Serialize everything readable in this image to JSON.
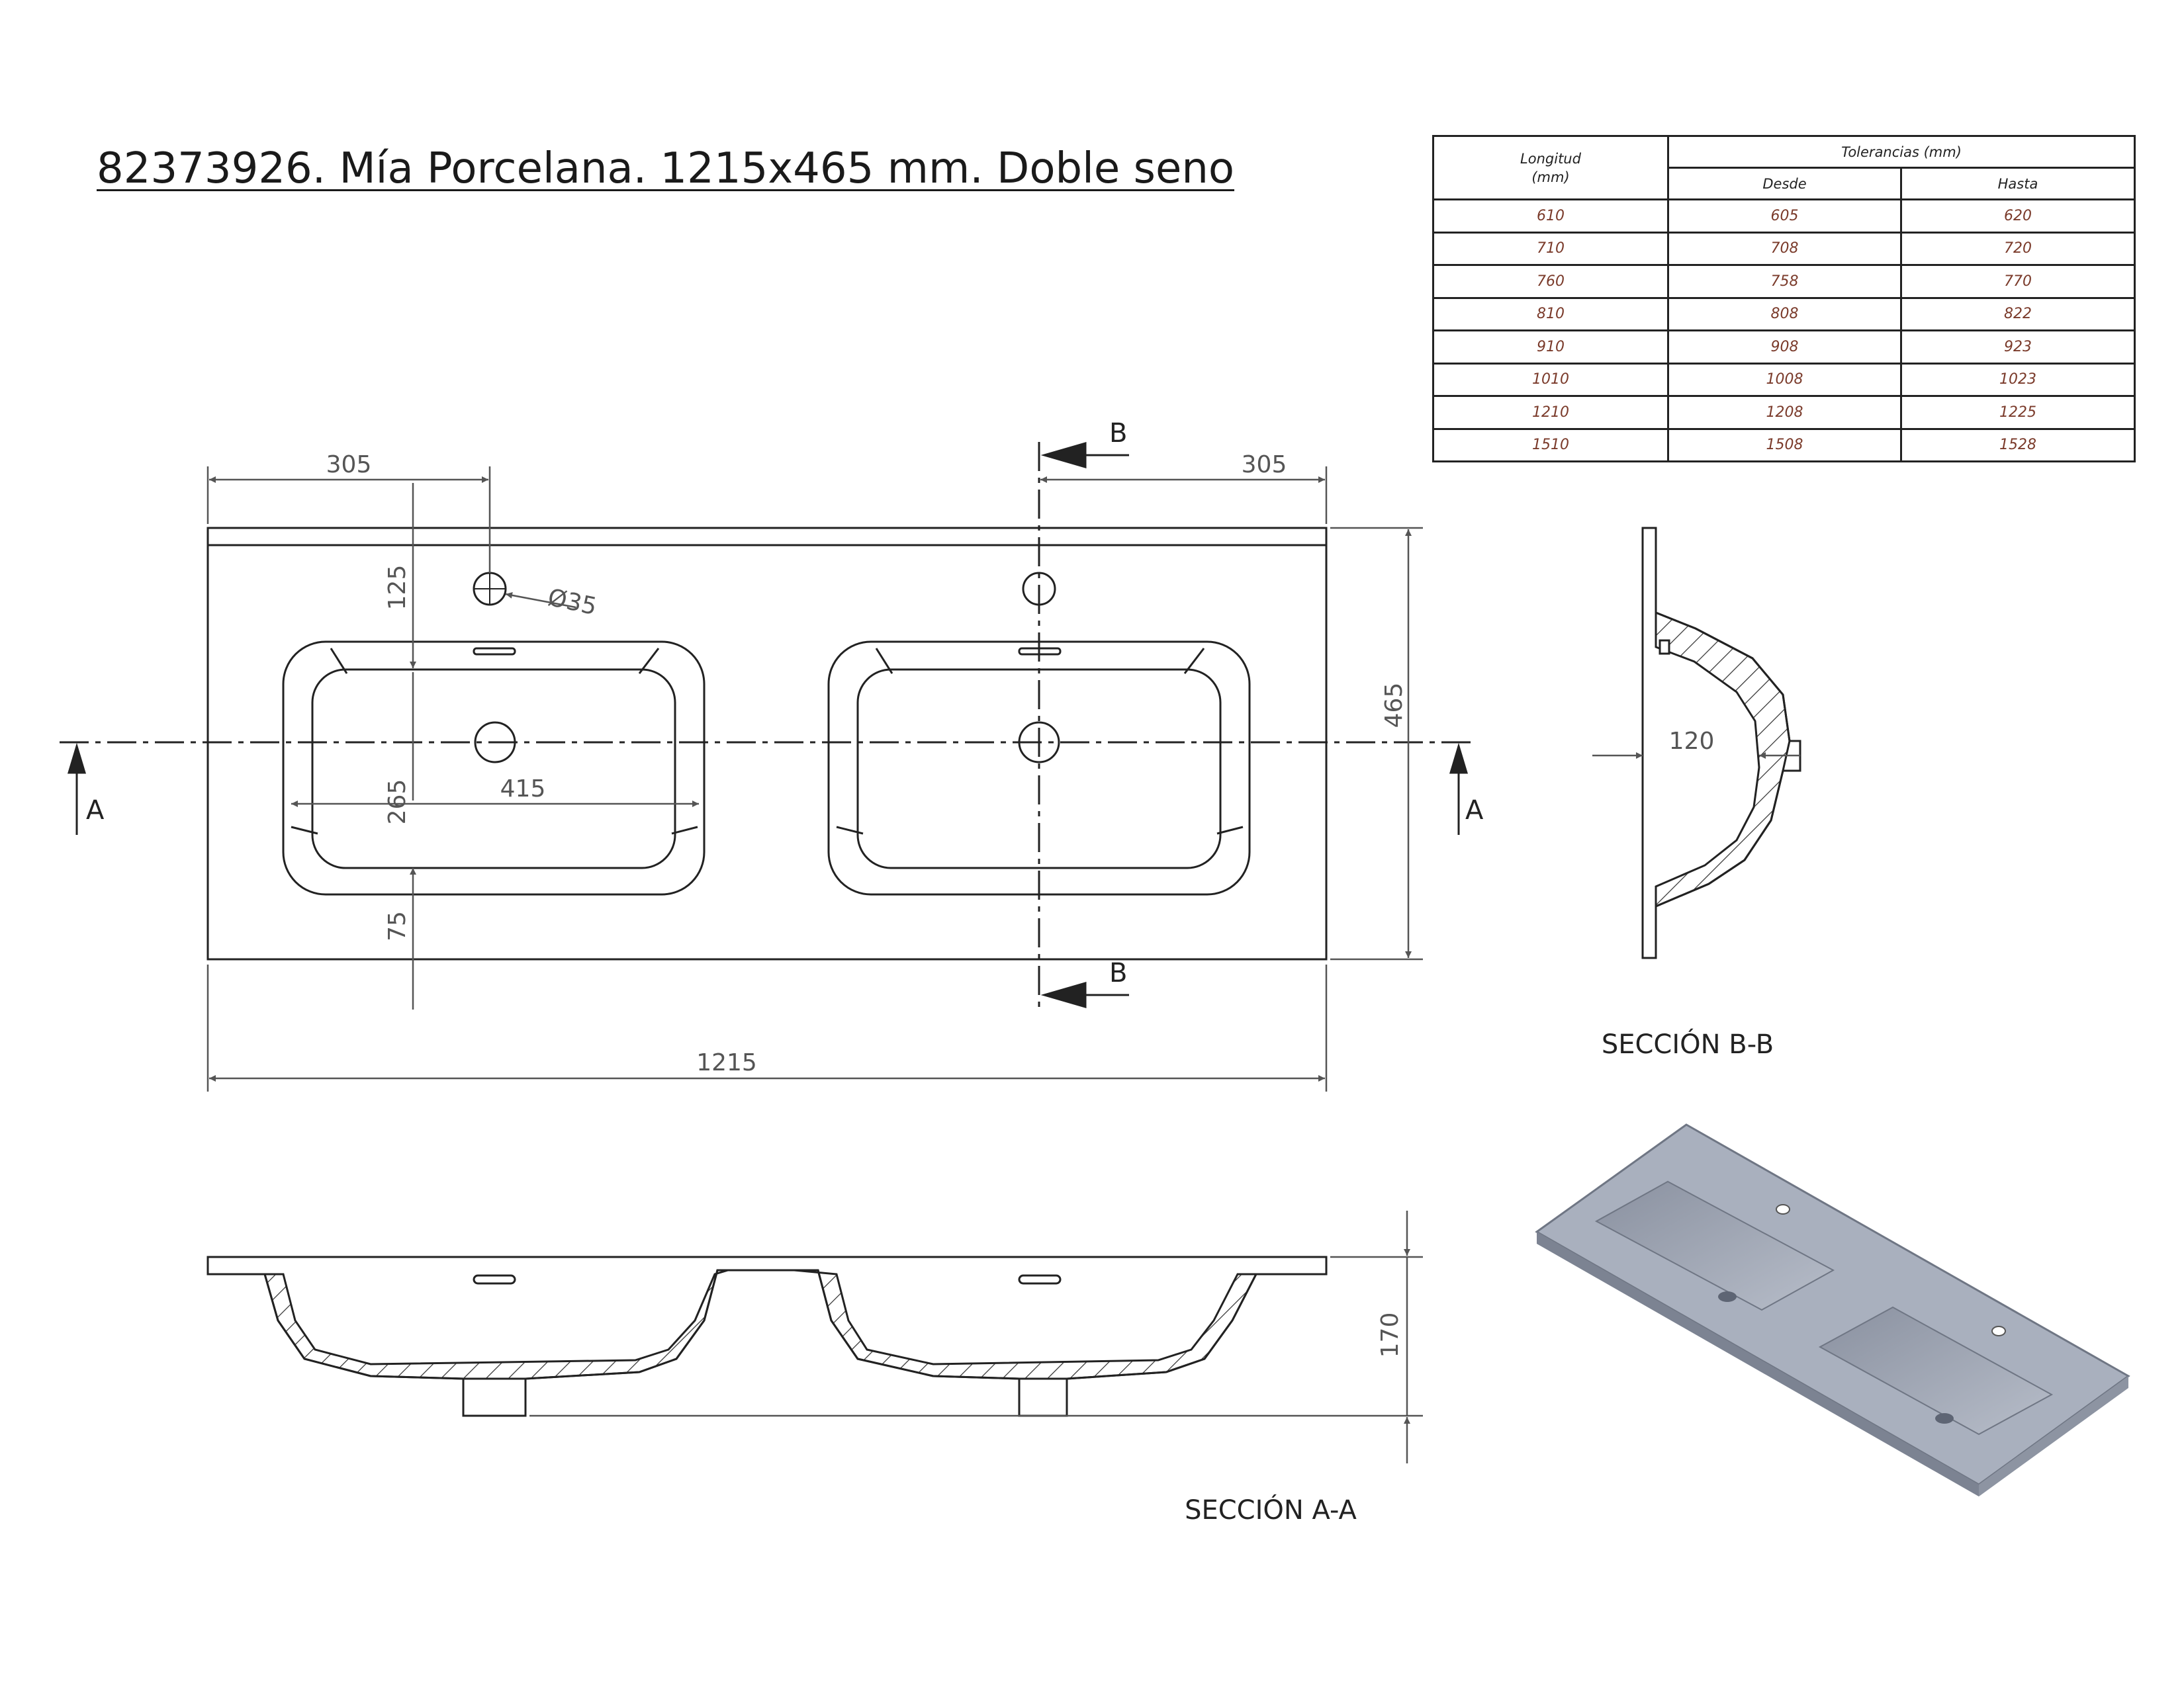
{
  "title": "82373926. Mía Porcelana. 1215x465 mm. Doble seno",
  "table": {
    "header_length": [
      "Longitud",
      "(mm)"
    ],
    "header_tolerances": "Tolerancias (mm)",
    "header_from": "Desde",
    "header_to": "Hasta",
    "rows": [
      [
        "610",
        "605",
        "620"
      ],
      [
        "710",
        "708",
        "720"
      ],
      [
        "760",
        "758",
        "770"
      ],
      [
        "810",
        "808",
        "822"
      ],
      [
        "910",
        "908",
        "923"
      ],
      [
        "1010",
        "1008",
        "1023"
      ],
      [
        "1210",
        "1208",
        "1225"
      ],
      [
        "1510",
        "1508",
        "1528"
      ]
    ]
  },
  "plan": {
    "dim_left_offset": "305",
    "dim_right_offset": "305",
    "dim_tap_hole_depth": "125",
    "dim_tap_hole_diameter": "Ø35",
    "dim_basin_length": "415",
    "dim_basin_width": "265",
    "dim_front": "75",
    "dim_depth": "465",
    "dim_total_length": "1215",
    "section_a": "A",
    "section_b": "B"
  },
  "section_bb": {
    "label": "SECCIÓN B-B",
    "dim": "120"
  },
  "section_aa": {
    "label": "SECCIÓN A-A",
    "dim": "170"
  },
  "colors": {
    "line": "#222222",
    "dim": "#555555",
    "table_text": "#7a3a2a",
    "render_top": "#a9b0be",
    "render_basin": "#9299a8"
  }
}
